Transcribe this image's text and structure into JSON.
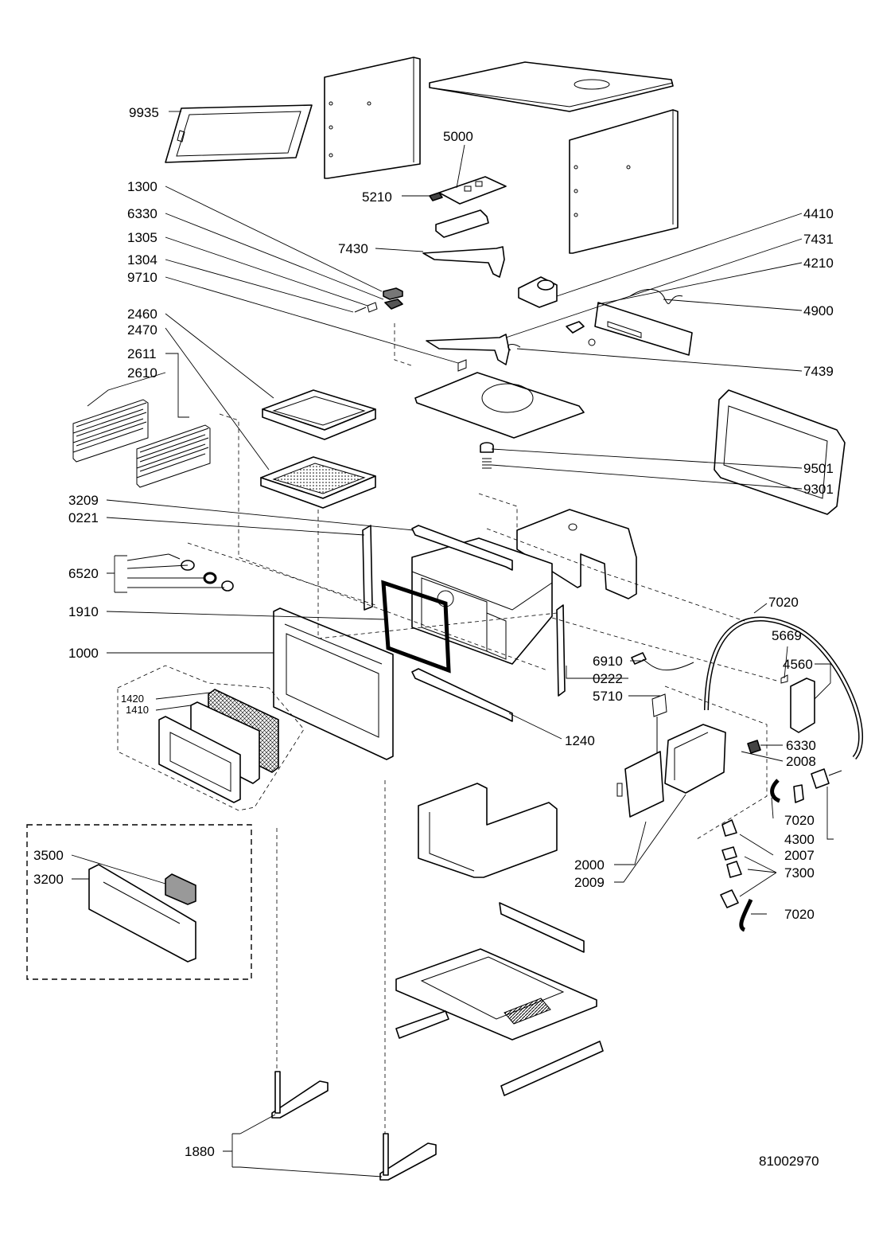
{
  "doc_number": "81002970",
  "labels": [
    {
      "id": "9935",
      "text": "9935"
    },
    {
      "id": "5000",
      "text": "5000"
    },
    {
      "id": "5210",
      "text": "5210"
    },
    {
      "id": "1300",
      "text": "1300"
    },
    {
      "id": "6330a",
      "text": "6330"
    },
    {
      "id": "1305",
      "text": "1305"
    },
    {
      "id": "1304",
      "text": "1304"
    },
    {
      "id": "9710",
      "text": "9710"
    },
    {
      "id": "7430",
      "text": "7430"
    },
    {
      "id": "4410",
      "text": "4410"
    },
    {
      "id": "7431",
      "text": "7431"
    },
    {
      "id": "4210",
      "text": "4210"
    },
    {
      "id": "4900",
      "text": "4900"
    },
    {
      "id": "7439",
      "text": "7439"
    },
    {
      "id": "2460",
      "text": "2460"
    },
    {
      "id": "2470",
      "text": "2470"
    },
    {
      "id": "2611",
      "text": "2611"
    },
    {
      "id": "2610",
      "text": "2610"
    },
    {
      "id": "9501",
      "text": "9501"
    },
    {
      "id": "9301",
      "text": "9301"
    },
    {
      "id": "3209",
      "text": "3209"
    },
    {
      "id": "0221",
      "text": "0221"
    },
    {
      "id": "6520",
      "text": "6520"
    },
    {
      "id": "1910",
      "text": "1910"
    },
    {
      "id": "7020a",
      "text": "7020"
    },
    {
      "id": "5669",
      "text": "5669"
    },
    {
      "id": "4560",
      "text": "4560"
    },
    {
      "id": "1000",
      "text": "1000"
    },
    {
      "id": "6910",
      "text": "6910"
    },
    {
      "id": "0222",
      "text": "0222"
    },
    {
      "id": "5710",
      "text": "5710"
    },
    {
      "id": "1420",
      "text": "1420"
    },
    {
      "id": "1410",
      "text": "1410"
    },
    {
      "id": "1240",
      "text": "1240"
    },
    {
      "id": "6330b",
      "text": "6330"
    },
    {
      "id": "2008",
      "text": "2008"
    },
    {
      "id": "7020b",
      "text": "7020"
    },
    {
      "id": "4300",
      "text": "4300"
    },
    {
      "id": "2007",
      "text": "2007"
    },
    {
      "id": "2000",
      "text": "2000"
    },
    {
      "id": "2009",
      "text": "2009"
    },
    {
      "id": "7300",
      "text": "7300"
    },
    {
      "id": "3500",
      "text": "3500"
    },
    {
      "id": "3200",
      "text": "3200"
    },
    {
      "id": "7020c",
      "text": "7020"
    },
    {
      "id": "1880",
      "text": "1880"
    }
  ]
}
